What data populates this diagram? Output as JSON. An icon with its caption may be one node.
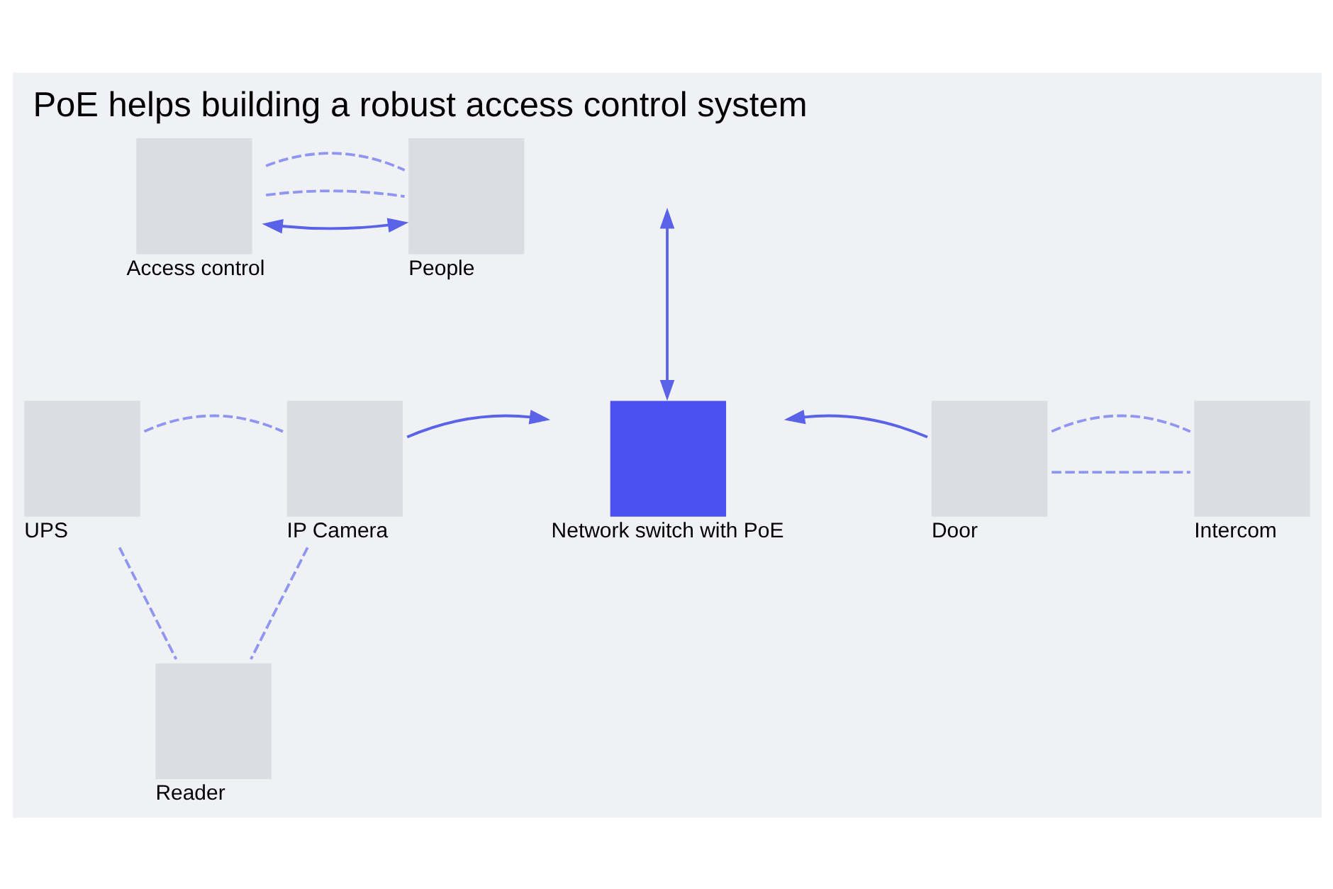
{
  "diagram": {
    "title": "PoE helps building a robust access control system",
    "nodes": [
      {
        "text": [
          "Access control"
        ]
      },
      {
        "text": [
          "People"
        ]
      },
      {
        "text": [
          "UPS"
        ]
      },
      {
        "text": [
          "IP Camera"
        ]
      },
      {
        "text": [
          "Reader"
        ]
      },
      {
        "text": [
          "Network switch with PoE"
        ]
      },
      {
        "text": [
          "Door"
        ]
      },
      {
        "text": [
          "Intercom"
        ]
      }
    ],
    "edges": [
      {
        "from": 0,
        "to": 1,
        "arrow": "both"
      },
      {
        "from": 0,
        "to": 1,
        "arrow": "none",
        "style": "dashed"
      },
      {
        "from": 0,
        "to": 1,
        "arrow": "none",
        "style": "dashed"
      },
      {
        "from": null,
        "to": 5,
        "arrow": "both"
      },
      {
        "from": 2,
        "to": 3,
        "arrow": "none",
        "style": "dashed"
      },
      {
        "from": 2,
        "to": 4,
        "arrow": "none",
        "style": "dashed"
      },
      {
        "from": 3,
        "to": 4,
        "arrow": "none",
        "style": "dashed"
      },
      {
        "from": 3,
        "to": 5,
        "arrow": "to"
      },
      {
        "from": 6,
        "to": 5,
        "arrow": "to"
      },
      {
        "from": 6,
        "to": 7,
        "arrow": "none",
        "style": "dashed"
      },
      {
        "from": 6,
        "to": 7,
        "arrow": "none",
        "style": "dashed"
      }
    ]
  }
}
